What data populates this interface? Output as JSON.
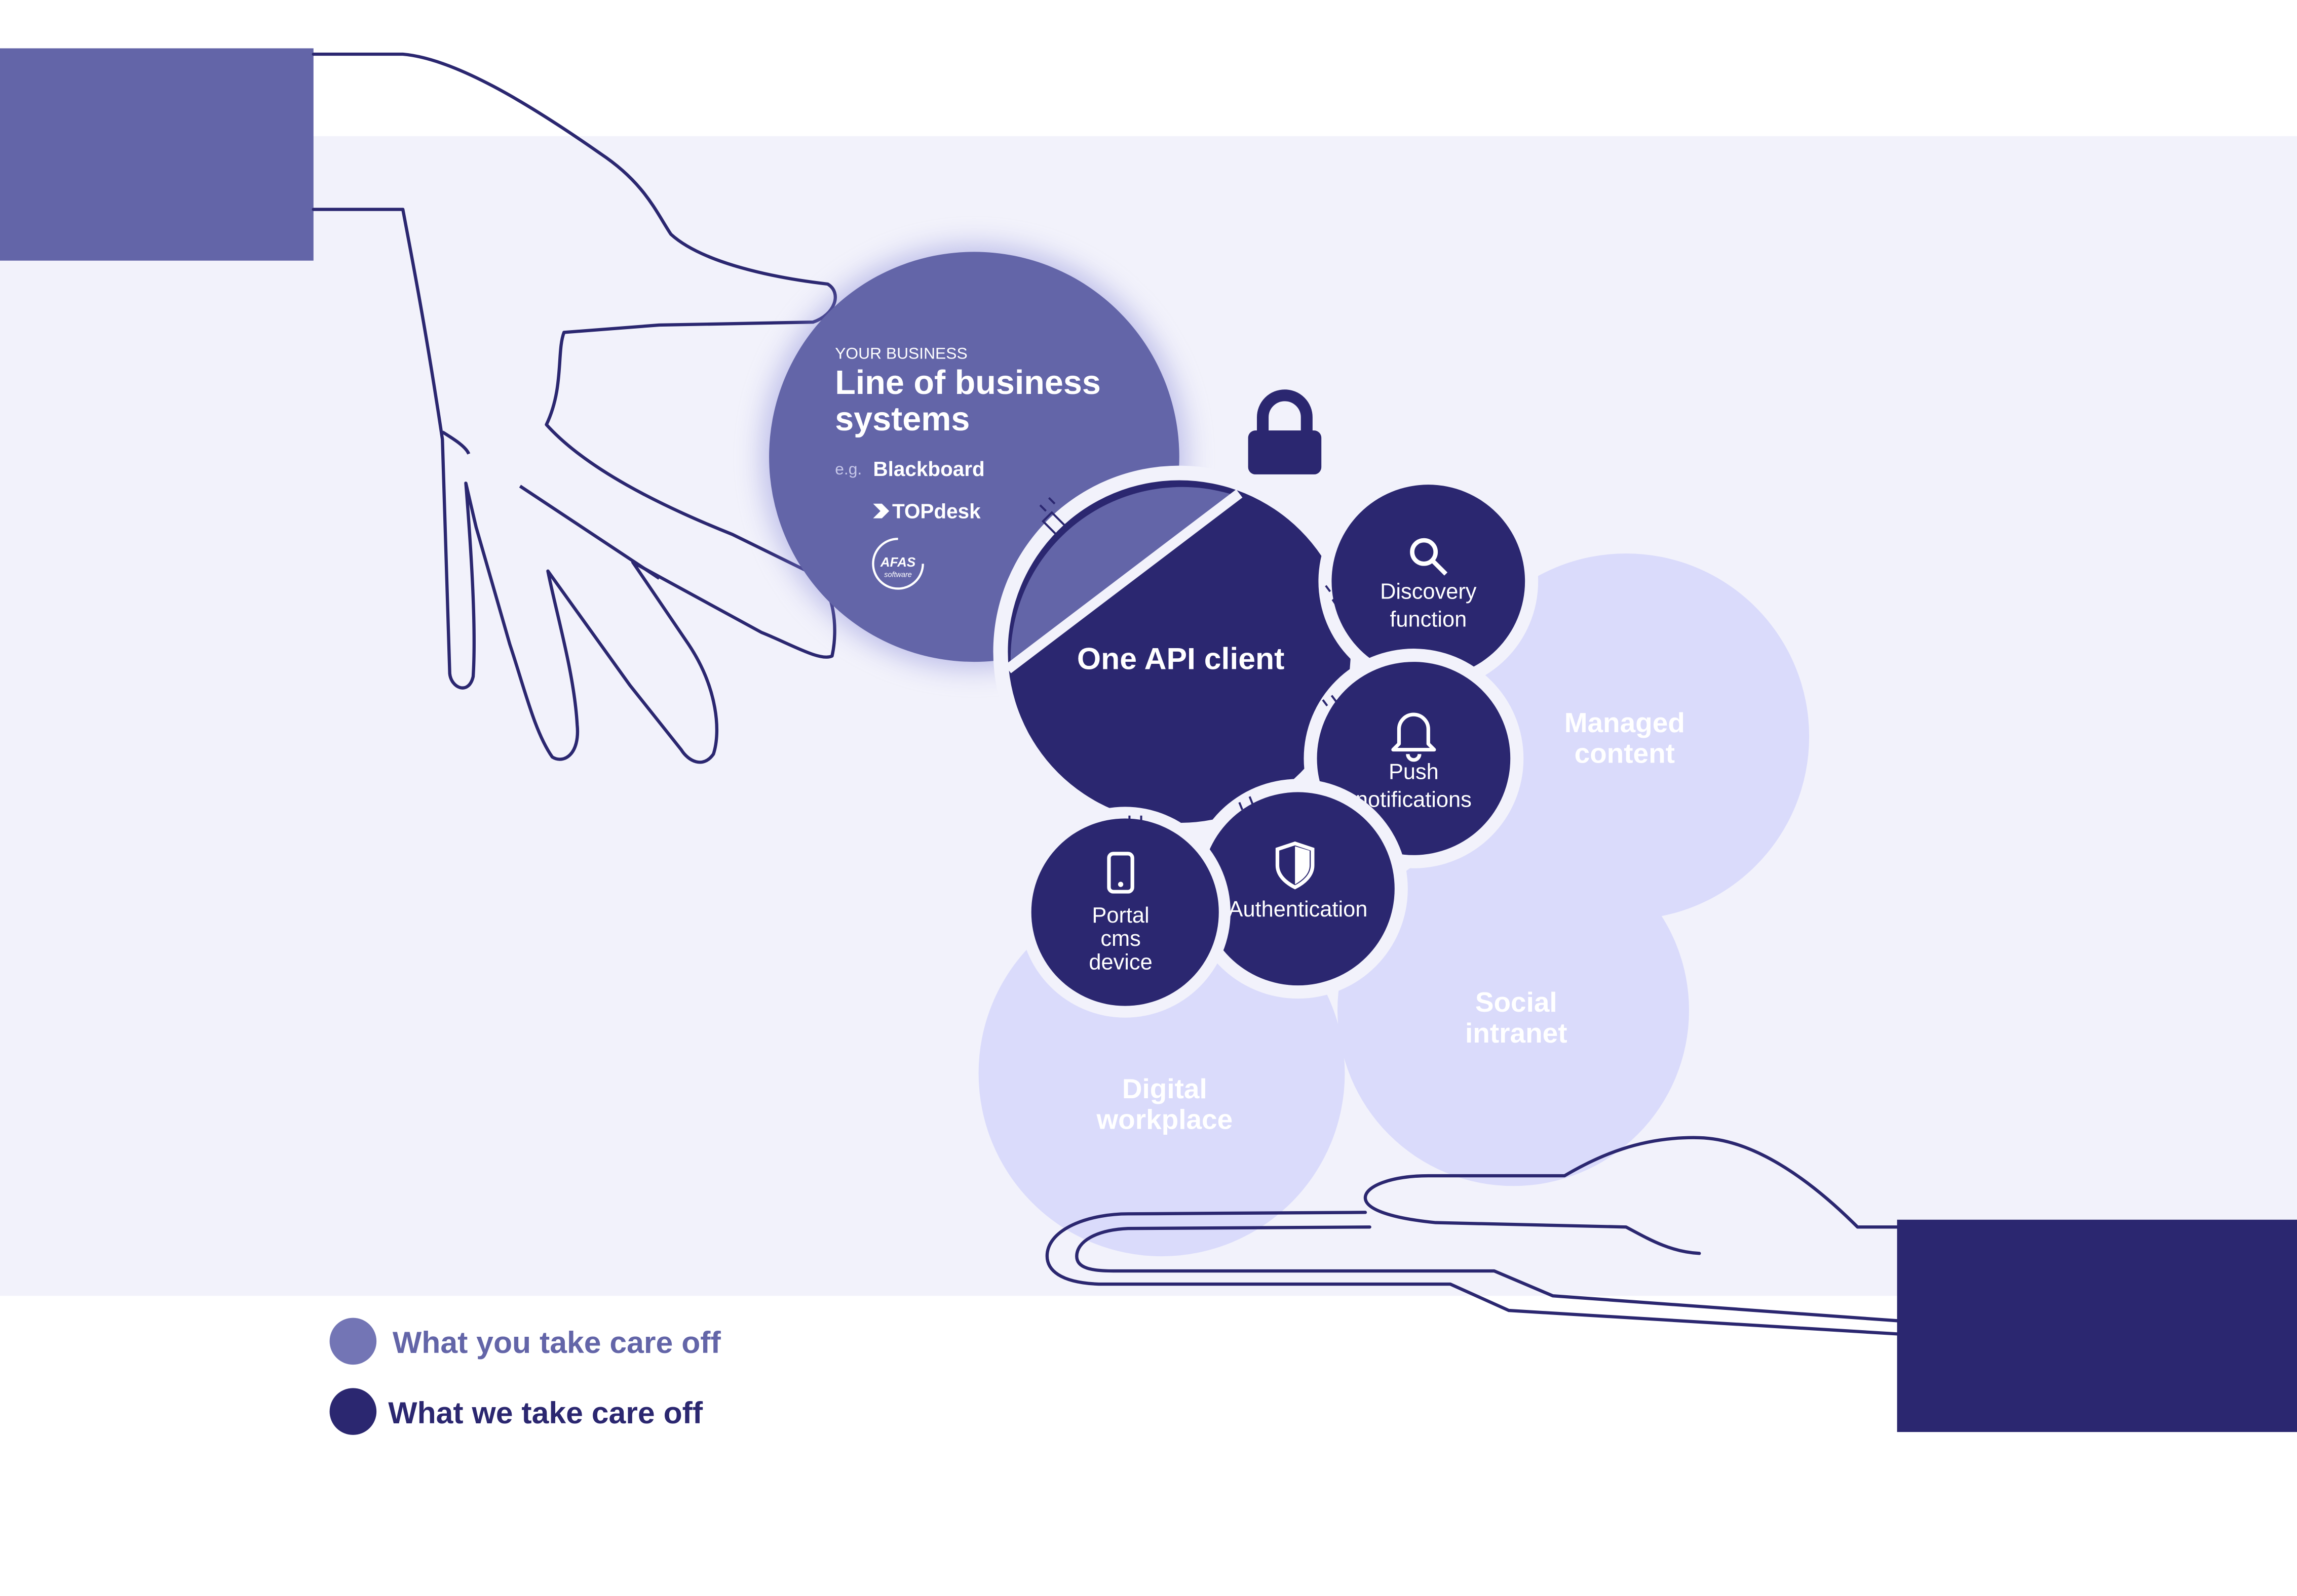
{
  "colors": {
    "page_bg": "#ffffff",
    "panel_bg": "#f2f2fb",
    "you_purple": "#6365a8",
    "legend_you": "#7375b5",
    "we_navy": "#2b2770",
    "outline_navy": "#2b2770",
    "pale_bubble": "#dadbfb"
  },
  "business": {
    "eyebrow": "YOUR BUSINESS",
    "title_line1": "Line of business",
    "title_line2": "systems",
    "eg": "e.g.",
    "example1": "Blackboard",
    "example2": "TOPdesk",
    "example3_logo_text": "AFAS",
    "example3_logo_sub": "software"
  },
  "core": {
    "label": "One API client",
    "lock_icon": "lock-icon"
  },
  "modules": [
    {
      "icon": "search-icon",
      "line1": "Discovery",
      "line2": "function"
    },
    {
      "icon": "bell-icon",
      "line1": "Push",
      "line2": "notifications"
    },
    {
      "icon": "shield-icon",
      "line1": "Authentication"
    },
    {
      "icon": "phone-icon",
      "line1": "Portal",
      "line2": "cms",
      "line3": "device"
    }
  ],
  "outputs": [
    {
      "line1": "Managed",
      "line2": "content"
    },
    {
      "line1": "Social",
      "line2": "intranet"
    },
    {
      "line1": "Digital",
      "line2": "workplace"
    }
  ],
  "legend": {
    "you_label": "What you take care off",
    "we_label": "What we take care off"
  }
}
